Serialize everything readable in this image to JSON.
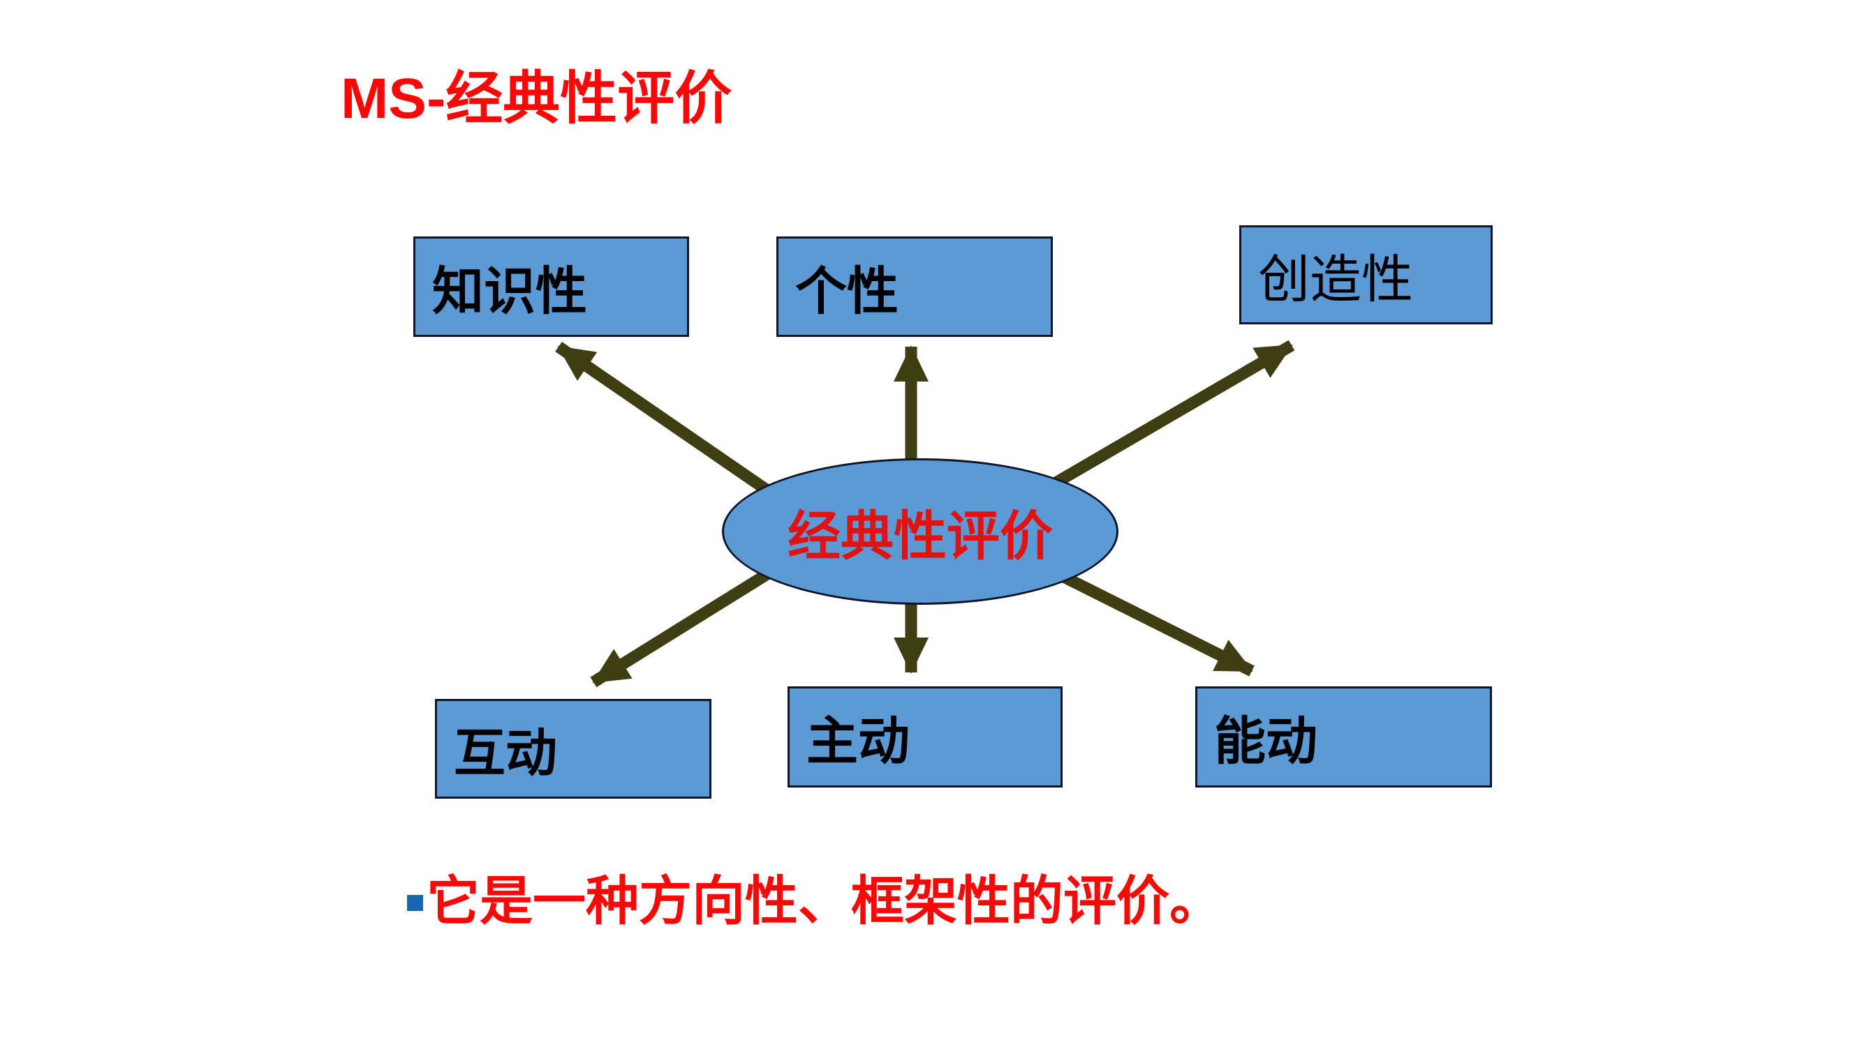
{
  "slide_title": "MS-经典性评价",
  "diagram": {
    "center_label": "经典性评价",
    "nodes": [
      {
        "label": "知识性",
        "position": "top-left"
      },
      {
        "label": "个性",
        "position": "top-middle"
      },
      {
        "label": "创造性",
        "position": "top-right"
      },
      {
        "label": "互动",
        "position": "bottom-left"
      },
      {
        "label": "主动",
        "position": "bottom-middle"
      },
      {
        "label": "能动",
        "position": "bottom-right"
      }
    ]
  },
  "footer": {
    "bullet_text": "它是一种方向性、框架性的评价。"
  },
  "colors": {
    "title-red": "#f90808",
    "center-red": "#e11212",
    "box-fill": "#5b9ad5",
    "box-border": "#0d1526",
    "arrow": "#3e3e12",
    "bullet-blue": "#1766b0",
    "node-text": "#000000",
    "slide-bg": "#ffffff"
  }
}
